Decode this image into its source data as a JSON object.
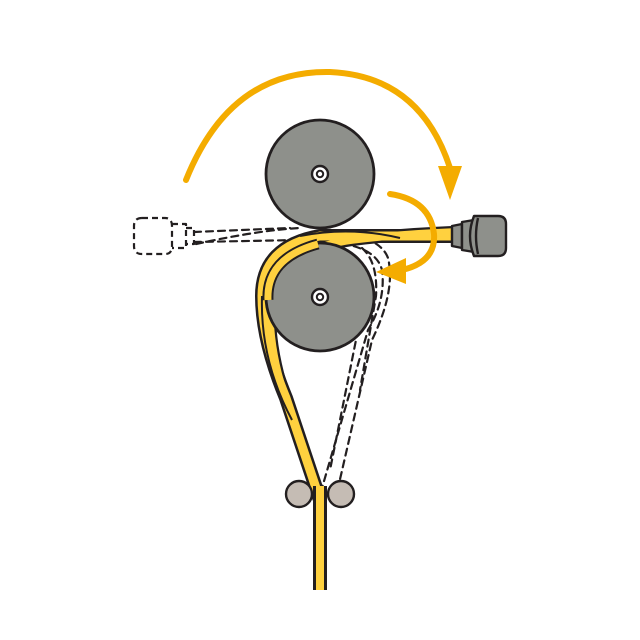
{
  "colors": {
    "background": "#ffffff",
    "roller_fill": "#8e908b",
    "guide_roller_fill": "#c5bcb4",
    "outline": "#231f20",
    "tape": "#ffd13f",
    "arrow": "#f4ac00",
    "clamp_fill": "#8e908b"
  },
  "components": {
    "upper_roller": "roller",
    "lower_roller": "roller",
    "guide_rollers": "small-rollers",
    "tape": "winding-strip",
    "clamp": "end-clamp",
    "ghost_clamp": "previous-clamp-position"
  },
  "arrows": {
    "outer": "clockwise",
    "inner": "clockwise"
  }
}
